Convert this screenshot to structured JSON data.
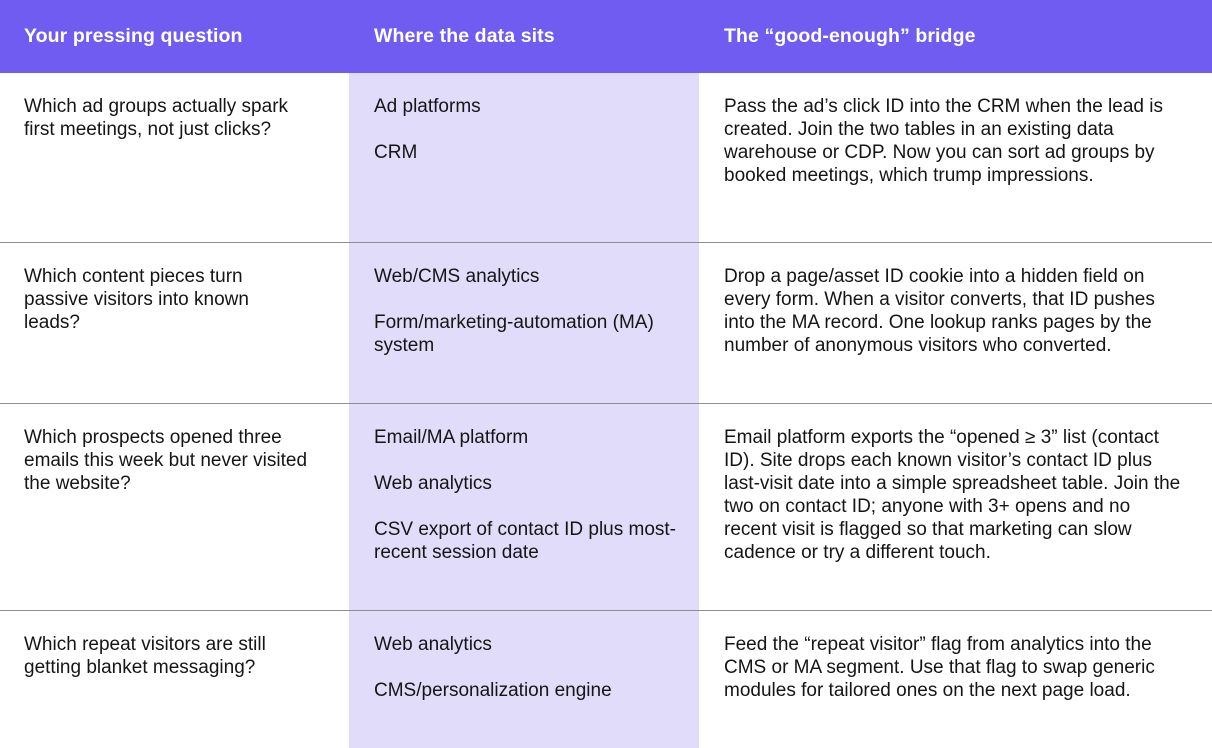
{
  "colors": {
    "header_bg": "#715CF2",
    "header_text": "#FFFFFF",
    "accent_col_bg": "#E0DCFA",
    "divider": "#8F8F8F",
    "body_text": "#151515"
  },
  "table": {
    "columns": [
      {
        "label": "Your pressing question"
      },
      {
        "label": "Where the data sits"
      },
      {
        "label": "The “good-enough” bridge"
      }
    ],
    "rows": [
      {
        "question": "Which ad groups actually spark first meetings, not just clicks?",
        "sources": [
          "Ad platforms",
          "CRM"
        ],
        "bridge": "Pass the ad’s click ID into the CRM when the lead is created. Join the two tables in an existing data warehouse or CDP. Now you can sort ad groups by booked meetings, which trump impressions."
      },
      {
        "question": "Which content pieces turn passive visitors into known leads?",
        "sources": [
          "Web/CMS analytics",
          "Form/marketing-automation (MA) system"
        ],
        "bridge": "Drop a page/asset ID cookie into a hidden field on every form. When a visitor converts, that ID pushes into the MA record. One lookup ranks pages by the number of anonymous visitors who converted."
      },
      {
        "question": "Which prospects opened three emails this week but never visited the website?",
        "sources": [
          "Email/MA platform",
          "Web analytics",
          "CSV export of contact ID plus most-recent session date"
        ],
        "bridge": "Email platform exports the “opened ≥ 3” list (contact ID). Site drops each known visitor’s contact ID plus last-visit date into a simple spreadsheet table. Join the two on contact ID; anyone with 3+ opens and no recent visit is flagged so that marketing can slow cadence or try a different touch."
      },
      {
        "question": "Which repeat visitors are still getting blanket messaging?",
        "sources": [
          "Web analytics",
          "CMS/personalization engine"
        ],
        "bridge": "Feed the “repeat visitor” flag from analytics into the CMS or MA segment. Use that flag to swap generic modules for tailored ones on the next page load."
      }
    ]
  }
}
